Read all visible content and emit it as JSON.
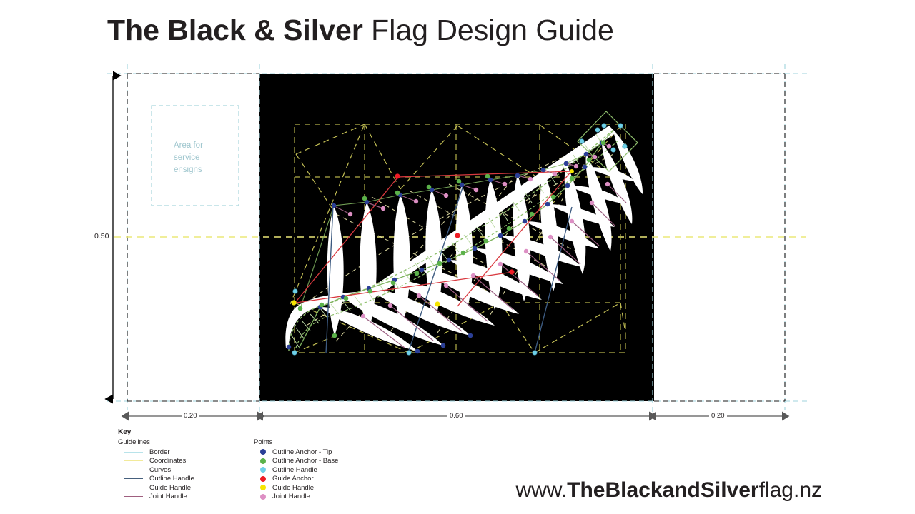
{
  "title": {
    "bold_part": "The Black & Silver",
    "light_part": " Flag Design Guide"
  },
  "website": {
    "prefix": "www.",
    "bold": "TheBlackandSilver",
    "suffix": "flag.nz"
  },
  "diagram": {
    "service_ensign_label_line1": "Area for",
    "service_ensign_label_line2": "service",
    "service_ensign_label_line3": "ensigns",
    "vertical_dimension": "0.50",
    "horizontal_dimensions": [
      "0.20",
      "0.60",
      "0.20"
    ],
    "flag_fill": "#000000",
    "fern_fill": "#ffffff"
  },
  "key": {
    "title": "Key",
    "guidelines_head": "Guidelines",
    "points_head": "Points",
    "guidelines": [
      {
        "label": "Border",
        "color": "#b8e3ea"
      },
      {
        "label": "Coordinates",
        "color": "#f2ea9a"
      },
      {
        "label": "Curves",
        "color": "#9dc67f"
      },
      {
        "label": "Outline Handle",
        "color": "#46607d"
      },
      {
        "label": "Guide Handle",
        "color": "#e0666b"
      },
      {
        "label": "Joint Handle",
        "color": "#9f5f7f"
      }
    ],
    "points": [
      {
        "label": "Outline Anchor - Tip",
        "color": "#2b3f97"
      },
      {
        "label": "Outline Anchor - Base",
        "color": "#5bb24a"
      },
      {
        "label": "Outline Handle",
        "color": "#6fd0e8"
      },
      {
        "label": "Guide Anchor",
        "color": "#ee1c25"
      },
      {
        "label": "Guide Handle",
        "color": "#f6e500"
      },
      {
        "label": "Joint Handle",
        "color": "#dd8fc4"
      }
    ]
  },
  "colors": {
    "border_guide": "#b8e3ea",
    "coordinate_guide": "#f2ea9a",
    "curve_guide": "#9dc67f",
    "dim_line": "#595959",
    "text": "#231f20",
    "ensign_box": "#a9d6dd"
  },
  "chart_data": {
    "type": "diagram",
    "title": "The Black & Silver Flag Design Guide",
    "flag_proportions": {
      "width_units": [
        0.2,
        0.6,
        0.2
      ],
      "height_units": 0.5
    },
    "notes": "Technical construction drawing of a silver fern on a black field with Bezier anchor/handle guide points"
  }
}
